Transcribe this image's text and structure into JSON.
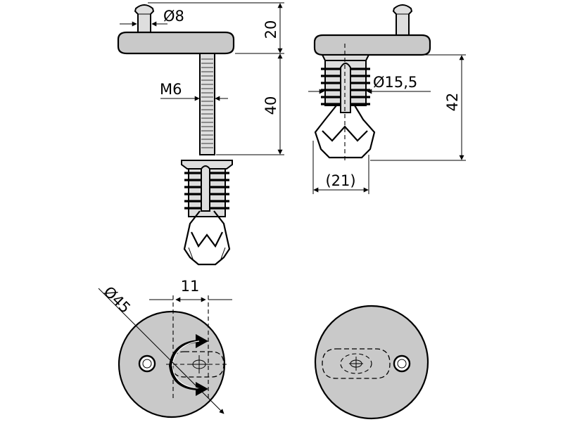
{
  "dimensions": {
    "pin_diameter": "Ø8",
    "flange_height": "20",
    "thread_size": "M6",
    "bolt_length": "40",
    "anchor_diameter": "Ø15,5",
    "assembled_depth": "42",
    "anchor_span": "(21)",
    "disc_diameter": "Ø45",
    "slot_offset": "11"
  },
  "colors": {
    "part_fill": "#c9c9c9",
    "line": "#000000",
    "background": "#ffffff"
  }
}
